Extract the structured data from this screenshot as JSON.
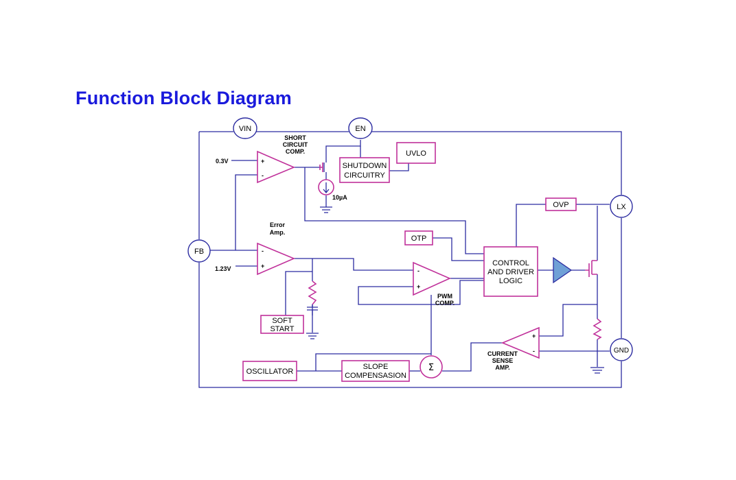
{
  "title": "Function Block Diagram",
  "colors": {
    "title": "#1a1adc",
    "wire": "#2b2ba0",
    "block": "#c0309a"
  },
  "pins": {
    "vin": "VIN",
    "en": "EN",
    "fb": "FB",
    "lx": "LX",
    "gnd": "GND"
  },
  "blocks": {
    "uvlo": "UVLO",
    "shutdown": [
      "SHUTDOWN",
      "CIRCUITRY"
    ],
    "otp": "OTP",
    "ovp": "OVP",
    "control": [
      "CONTROL",
      "AND DRIVER",
      "LOGIC"
    ],
    "soft_start": [
      "SOFT",
      "START"
    ],
    "oscillator": "OSCILLATOR",
    "slope": [
      "SLOPE",
      "COMPENSASION"
    ],
    "sum": "Σ"
  },
  "labels": {
    "short_circuit": [
      "SHORT",
      "CIRCUIT",
      "COMP."
    ],
    "error_amp": [
      "Error",
      "Amp."
    ],
    "pwm_comp": [
      "PWM",
      "COMP."
    ],
    "current_sense": [
      "CURRENT",
      "SENSE",
      "AMP."
    ],
    "v03": "0.3V",
    "v123": "1.23V",
    "current_source": "10µA",
    "plus": "+",
    "minus": "-"
  }
}
